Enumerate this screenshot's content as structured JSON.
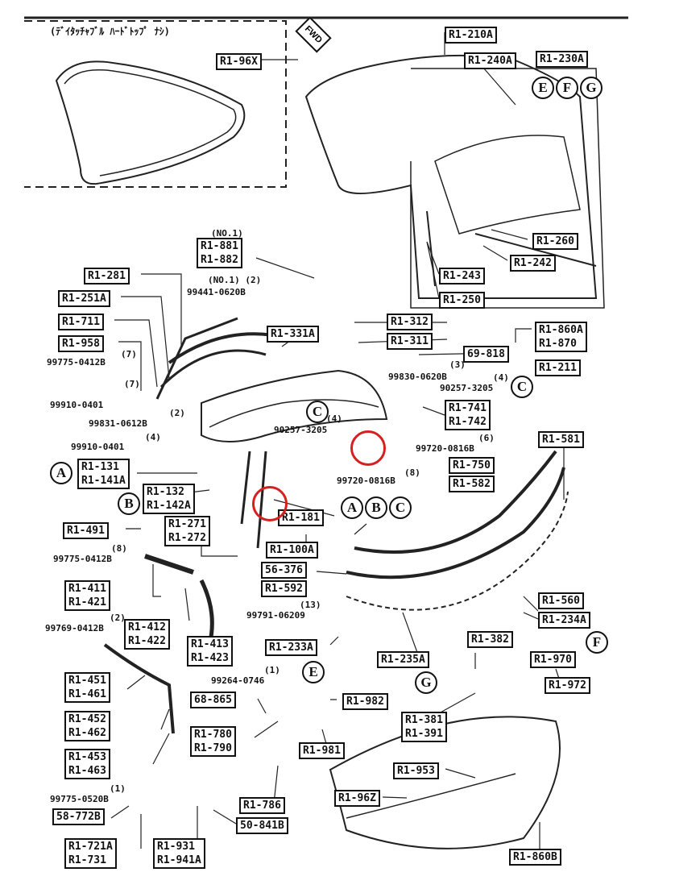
{
  "inset_title": "(ﾃﾞｲﾀｯﾁｬﾌﾞﾙ ﾊｰﾄﾞﾄｯﾌﾟ ﾅｼ)",
  "fwd_label": "FWD",
  "highlight_color": "#d62020",
  "part_labels": [
    {
      "id": "r1-96x",
      "lines": [
        "R1-96X"
      ]
    },
    {
      "id": "r1-210a",
      "lines": [
        "R1-210A"
      ]
    },
    {
      "id": "r1-240a",
      "lines": [
        "R1-240A"
      ]
    },
    {
      "id": "r1-230a",
      "lines": [
        "R1-230A"
      ]
    },
    {
      "id": "r1-260",
      "lines": [
        "R1-260"
      ]
    },
    {
      "id": "r1-242",
      "lines": [
        "R1-242"
      ]
    },
    {
      "id": "r1-243",
      "lines": [
        "R1-243"
      ]
    },
    {
      "id": "r1-250",
      "lines": [
        "R1-250"
      ]
    },
    {
      "id": "r1-881-882",
      "lines": [
        "R1-881",
        "R1-882"
      ]
    },
    {
      "id": "r1-281",
      "lines": [
        "R1-281"
      ]
    },
    {
      "id": "r1-251a",
      "lines": [
        "R1-251A"
      ]
    },
    {
      "id": "r1-711",
      "lines": [
        "R1-711"
      ]
    },
    {
      "id": "r1-958",
      "lines": [
        "R1-958"
      ]
    },
    {
      "id": "r1-331a",
      "lines": [
        "R1-331A"
      ]
    },
    {
      "id": "r1-312",
      "lines": [
        "R1-312"
      ]
    },
    {
      "id": "r1-311",
      "lines": [
        "R1-311"
      ]
    },
    {
      "id": "r1-860a-870",
      "lines": [
        "R1-860A",
        "R1-870"
      ]
    },
    {
      "id": "69-818",
      "lines": [
        "69-818"
      ]
    },
    {
      "id": "r1-211",
      "lines": [
        "R1-211"
      ]
    },
    {
      "id": "r1-741-742",
      "lines": [
        "R1-741",
        "R1-742"
      ]
    },
    {
      "id": "r1-581",
      "lines": [
        "R1-581"
      ]
    },
    {
      "id": "r1-131-141a",
      "lines": [
        "R1-131",
        "R1-141A"
      ]
    },
    {
      "id": "r1-132-142a",
      "lines": [
        "R1-132",
        "R1-142A"
      ]
    },
    {
      "id": "r1-750",
      "lines": [
        "R1-750"
      ]
    },
    {
      "id": "r1-582",
      "lines": [
        "R1-582"
      ]
    },
    {
      "id": "r1-181",
      "lines": [
        "R1-181"
      ]
    },
    {
      "id": "r1-491",
      "lines": [
        "R1-491"
      ]
    },
    {
      "id": "r1-271-272",
      "lines": [
        "R1-271",
        "R1-272"
      ]
    },
    {
      "id": "r1-100a",
      "lines": [
        "R1-100A"
      ]
    },
    {
      "id": "56-376",
      "lines": [
        "56-376"
      ]
    },
    {
      "id": "r1-592",
      "lines": [
        "R1-592"
      ]
    },
    {
      "id": "r1-411-421",
      "lines": [
        "R1-411",
        "R1-421"
      ]
    },
    {
      "id": "r1-560",
      "lines": [
        "R1-560"
      ]
    },
    {
      "id": "r1-234a",
      "lines": [
        "R1-234A"
      ]
    },
    {
      "id": "r1-412-422",
      "lines": [
        "R1-412",
        "R1-422"
      ]
    },
    {
      "id": "r1-413-423",
      "lines": [
        "R1-413",
        "R1-423"
      ]
    },
    {
      "id": "r1-233a",
      "lines": [
        "R1-233A"
      ]
    },
    {
      "id": "r1-382",
      "lines": [
        "R1-382"
      ]
    },
    {
      "id": "r1-235a",
      "lines": [
        "R1-235A"
      ]
    },
    {
      "id": "r1-970",
      "lines": [
        "R1-970"
      ]
    },
    {
      "id": "r1-972",
      "lines": [
        "R1-972"
      ]
    },
    {
      "id": "r1-451-461",
      "lines": [
        "R1-451",
        "R1-461"
      ]
    },
    {
      "id": "68-865",
      "lines": [
        "68-865"
      ]
    },
    {
      "id": "r1-982",
      "lines": [
        "R1-982"
      ]
    },
    {
      "id": "r1-452-462",
      "lines": [
        "R1-452",
        "R1-462"
      ]
    },
    {
      "id": "r1-381-391",
      "lines": [
        "R1-381",
        "R1-391"
      ]
    },
    {
      "id": "r1-780-790",
      "lines": [
        "R1-780",
        "R1-790"
      ]
    },
    {
      "id": "r1-981",
      "lines": [
        "R1-981"
      ]
    },
    {
      "id": "r1-453-463",
      "lines": [
        "R1-453",
        "R1-463"
      ]
    },
    {
      "id": "r1-953",
      "lines": [
        "R1-953"
      ]
    },
    {
      "id": "r1-96z",
      "lines": [
        "R1-96Z"
      ]
    },
    {
      "id": "r1-786",
      "lines": [
        "R1-786"
      ]
    },
    {
      "id": "58-772b",
      "lines": [
        "58-772B"
      ]
    },
    {
      "id": "50-841b",
      "lines": [
        "50-841B"
      ]
    },
    {
      "id": "r1-721a-731",
      "lines": [
        "R1-721A",
        "R1-731"
      ]
    },
    {
      "id": "r1-931-941a",
      "lines": [
        "R1-931",
        "R1-941A"
      ]
    },
    {
      "id": "r1-860b",
      "lines": [
        "R1-860B"
      ]
    }
  ],
  "part_numbers": [
    {
      "id": "no1-a",
      "text": "(NO.1)"
    },
    {
      "id": "no1-2",
      "text": "(NO.1) (2)"
    },
    {
      "id": "pn-99441",
      "text": "99441-0620B"
    },
    {
      "id": "qty-7a",
      "text": "(7)"
    },
    {
      "id": "pn-99775-a",
      "text": "99775-0412B"
    },
    {
      "id": "qty-7b",
      "text": "(7)"
    },
    {
      "id": "pn-99910-a",
      "text": "99910-0401"
    },
    {
      "id": "qty-2a",
      "text": "(2)"
    },
    {
      "id": "pn-99831",
      "text": "99831-0612B"
    },
    {
      "id": "qty-4a",
      "text": "(4)"
    },
    {
      "id": "pn-99910-b",
      "text": "99910-0401"
    },
    {
      "id": "qty-3a",
      "text": "(3)"
    },
    {
      "id": "pn-99830",
      "text": "99830-0620B"
    },
    {
      "id": "qty-4b",
      "text": "(4)"
    },
    {
      "id": "pn-90257-a",
      "text": "90257-3205"
    },
    {
      "id": "qty-4c",
      "text": "(4)"
    },
    {
      "id": "pn-90257-b",
      "text": "90257-3205"
    },
    {
      "id": "qty-6",
      "text": "(6)"
    },
    {
      "id": "pn-99720-a",
      "text": "99720-0816B"
    },
    {
      "id": "qty-8",
      "text": "(8)"
    },
    {
      "id": "pn-99720-b",
      "text": "99720-0816B"
    },
    {
      "id": "qty-8b",
      "text": "(8)"
    },
    {
      "id": "pn-99775-b",
      "text": "99775-0412B"
    },
    {
      "id": "qty-13",
      "text": "(13)"
    },
    {
      "id": "pn-99791",
      "text": "99791-06209"
    },
    {
      "id": "qty-2b",
      "text": "(2)"
    },
    {
      "id": "pn-99769",
      "text": "99769-0412B"
    },
    {
      "id": "qty-1a",
      "text": "(1)"
    },
    {
      "id": "pn-99264",
      "text": "99264-0746"
    },
    {
      "id": "qty-1b",
      "text": "(1)"
    },
    {
      "id": "pn-99775-c",
      "text": "99775-0520B"
    }
  ],
  "circles": [
    {
      "id": "E-top",
      "text": "E"
    },
    {
      "id": "F-top",
      "text": "F"
    },
    {
      "id": "G-top",
      "text": "G"
    },
    {
      "id": "C-right",
      "text": "C"
    },
    {
      "id": "C-mid",
      "text": "C"
    },
    {
      "id": "A-left",
      "text": "A"
    },
    {
      "id": "B-left",
      "text": "B"
    },
    {
      "id": "A-row",
      "text": "A"
    },
    {
      "id": "B-row",
      "text": "B"
    },
    {
      "id": "C-row",
      "text": "C"
    },
    {
      "id": "F-lower",
      "text": "F"
    },
    {
      "id": "E-lower",
      "text": "E"
    },
    {
      "id": "G-lower",
      "text": "G"
    }
  ]
}
